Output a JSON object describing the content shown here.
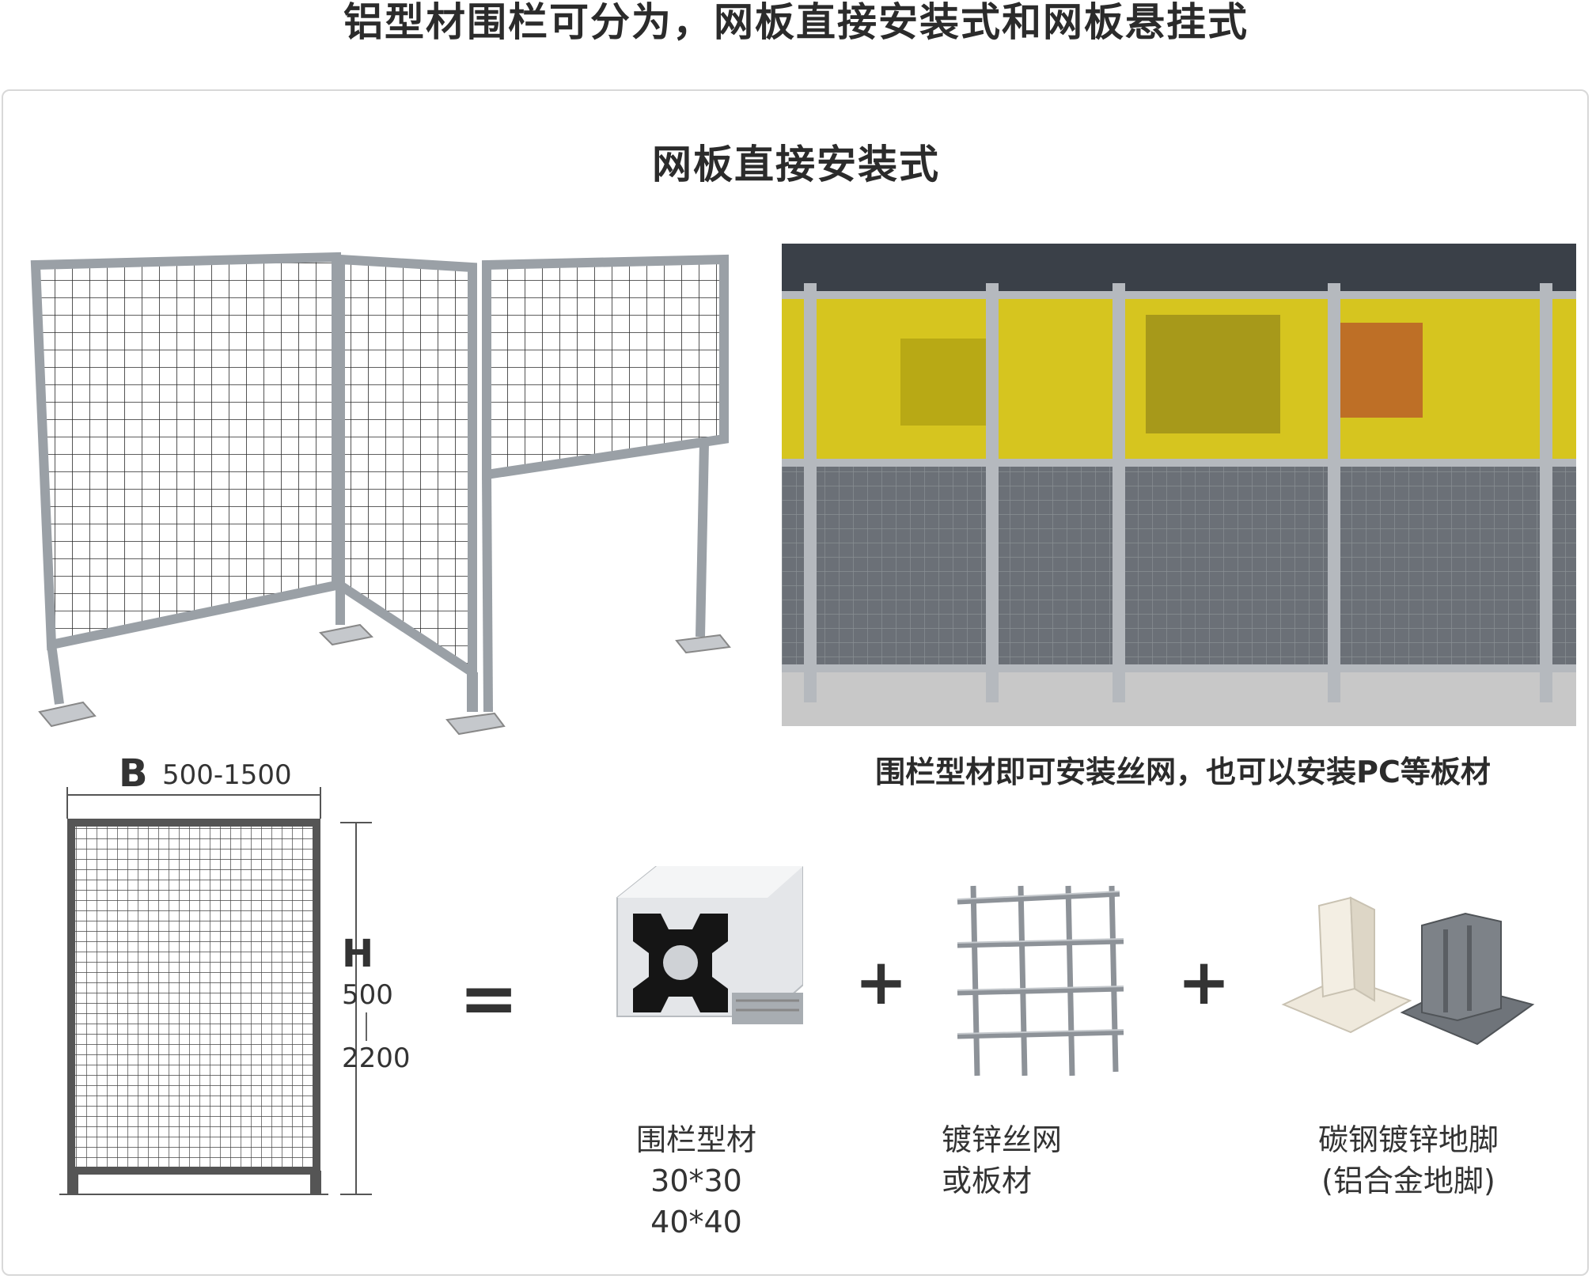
{
  "header": {
    "title": "铝型材围栏可分为，网板直接安装式和网板悬挂式"
  },
  "section": {
    "title": "网板直接安装式"
  },
  "photo": {
    "caption": "围栏型材即可安装丝网，也可以安装PC等板材"
  },
  "dimensions": {
    "width_label": "B",
    "width_range": "500-1500",
    "height_label": "H",
    "height_min": "500",
    "height_max": "2200"
  },
  "operators": {
    "equals": "=",
    "plus": "+"
  },
  "components": [
    {
      "lines": [
        "围栏型材",
        "30*30",
        "40*40"
      ]
    },
    {
      "lines": [
        "镀锌丝网",
        "或板材"
      ]
    },
    {
      "lines": [
        "碳钢镀锌地脚",
        "(铝合金地脚)"
      ]
    }
  ],
  "colors": {
    "frame": "#9aa0a6",
    "mesh": "#2a2a2a",
    "yellow_panel": "#e6d21a",
    "floor": "#c8c8c8"
  }
}
